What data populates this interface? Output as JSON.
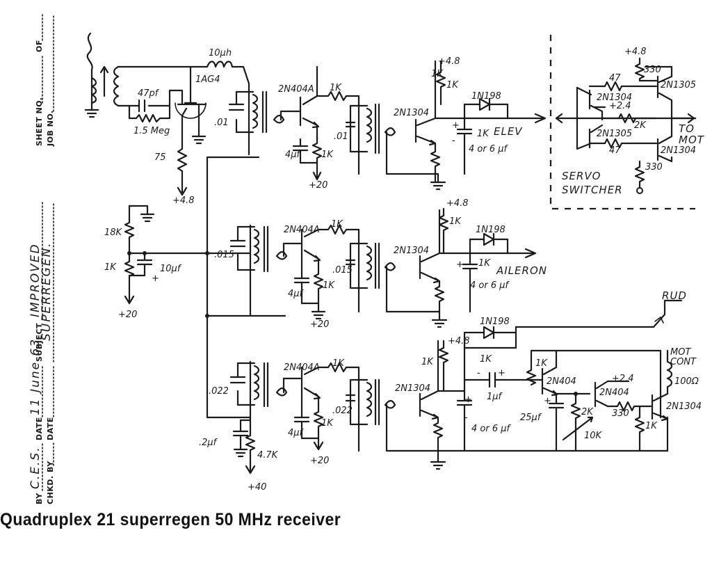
{
  "title_block": {
    "sheet_no": "SHEET NO.",
    "of": "OF",
    "job_no": "JOB NO.",
    "subject_label": "SUBJECT",
    "subject_line1": "IMPROVED",
    "subject_line2": "SUPERREGEN.",
    "by_label": "BY",
    "by_value": "C.E.S.",
    "date_label": "DATE",
    "date_value": "11 June 63",
    "chkd_label": "CHKD. BY",
    "date2_label": "DATE"
  },
  "labels": {
    "l10uh": "10μh",
    "tube": "1AG4",
    "c47pf": "47pf",
    "r15meg": "1.5 Meg",
    "r75": "75",
    "v48a": "+4.8",
    "c01a": ".01",
    "c01b": ".01",
    "q1": "2N404A",
    "r1k_q1": "1K",
    "r1k_q1e": "1K",
    "c4uf_a": "4μf",
    "v20a": "+20",
    "q2": "2N1304",
    "v48b": "+4.8",
    "r1k_q2": "1K",
    "d1": "1N198",
    "r1k_d1": "1K",
    "c4or6_a": "4 or 6 μf",
    "elev": "ELEV",
    "r18k": "18K",
    "r1k_bias": "1K",
    "c10uf": "10μf",
    "v20_bias": "+20",
    "c015a": ".015",
    "c015b": ".015",
    "q3": "2N404A",
    "r1k_q3": "1K",
    "r1k_q3e": "1K",
    "c4uf_b": "4μf",
    "v20b": "+20",
    "q4": "2N1304",
    "v48c": "+4.8",
    "r1k_q4": "1K",
    "d2": "1N198",
    "r1k_d2": "1K",
    "c4or6_b": "4 or 6 μf",
    "aileron": "AILERON",
    "c022a": ".022",
    "c022b": ".022",
    "q5": "2N404A",
    "r1k_q5": "1K",
    "r1k_q5e": "1K",
    "c4uf_c": "4μf",
    "v20c": "+20",
    "c2uf": ".2μf",
    "r47k": "4.7K",
    "v40": "+40",
    "q6": "2N1304",
    "r1k_q6": "1K",
    "v48d": "+4.8",
    "c4or6_c": "4 or 6 μf",
    "d3": "1N198",
    "r1k_d3": "1K",
    "rud": "RUD",
    "c1uf": "1μf",
    "r1k_q7": "1K",
    "q7": "2N404",
    "c25uf": "25μf",
    "r2k": "2K",
    "r10k": "10K",
    "q8": "2N404",
    "v24c": "+2.4",
    "r330c": "330",
    "r1k_q8": "1K",
    "q9": "2N1304",
    "mot_cont1": "MOT",
    "mot_cont2": "CONT",
    "r100": "100Ω",
    "v48s": "+4.8",
    "r330a": "330",
    "r47a": "47",
    "qs1": "2N1304",
    "qs2": "2N1305",
    "v24s": "+2.4",
    "r2ks": "2K",
    "qs3": "2N1305",
    "r47b": "47",
    "qs4": "2N1304",
    "r330b": "330",
    "to_mot1": "TO",
    "to_mot2": "MOT",
    "servo1": "SERVO",
    "servo2": "SWITCHER"
  },
  "caption": "Quadruplex 21 superregen 50 MHz receiver"
}
